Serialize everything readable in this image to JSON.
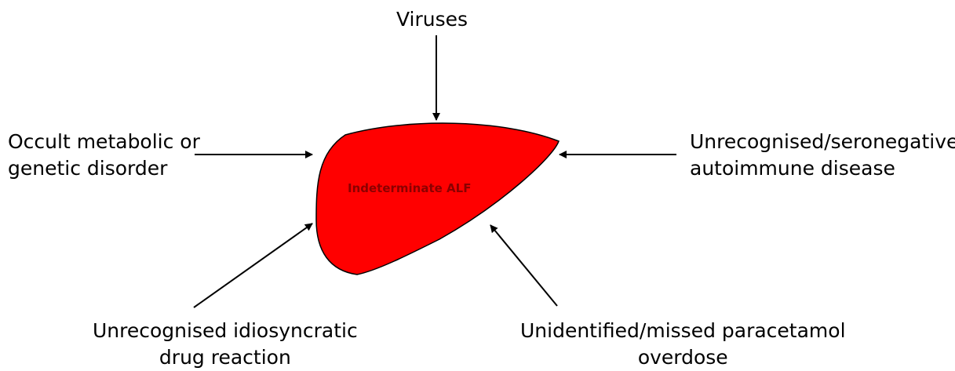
{
  "center": {
    "label": "Indeterminate ALF",
    "fill_color": "#ff0000",
    "text_color": "#8b0000"
  },
  "causes": {
    "viruses": {
      "lines": [
        "Viruses"
      ]
    },
    "occult": {
      "lines": [
        "Occult metabolic or",
        "genetic disorder"
      ]
    },
    "autoimmune": {
      "lines": [
        "Unrecognised/seronegative",
        "autoimmune disease"
      ]
    },
    "drug": {
      "lines": [
        "Unrecognised idiosyncratic",
        "drug reaction"
      ]
    },
    "paracetamol": {
      "lines": [
        "Unidentified/missed paracetamol",
        "overdose"
      ]
    }
  }
}
